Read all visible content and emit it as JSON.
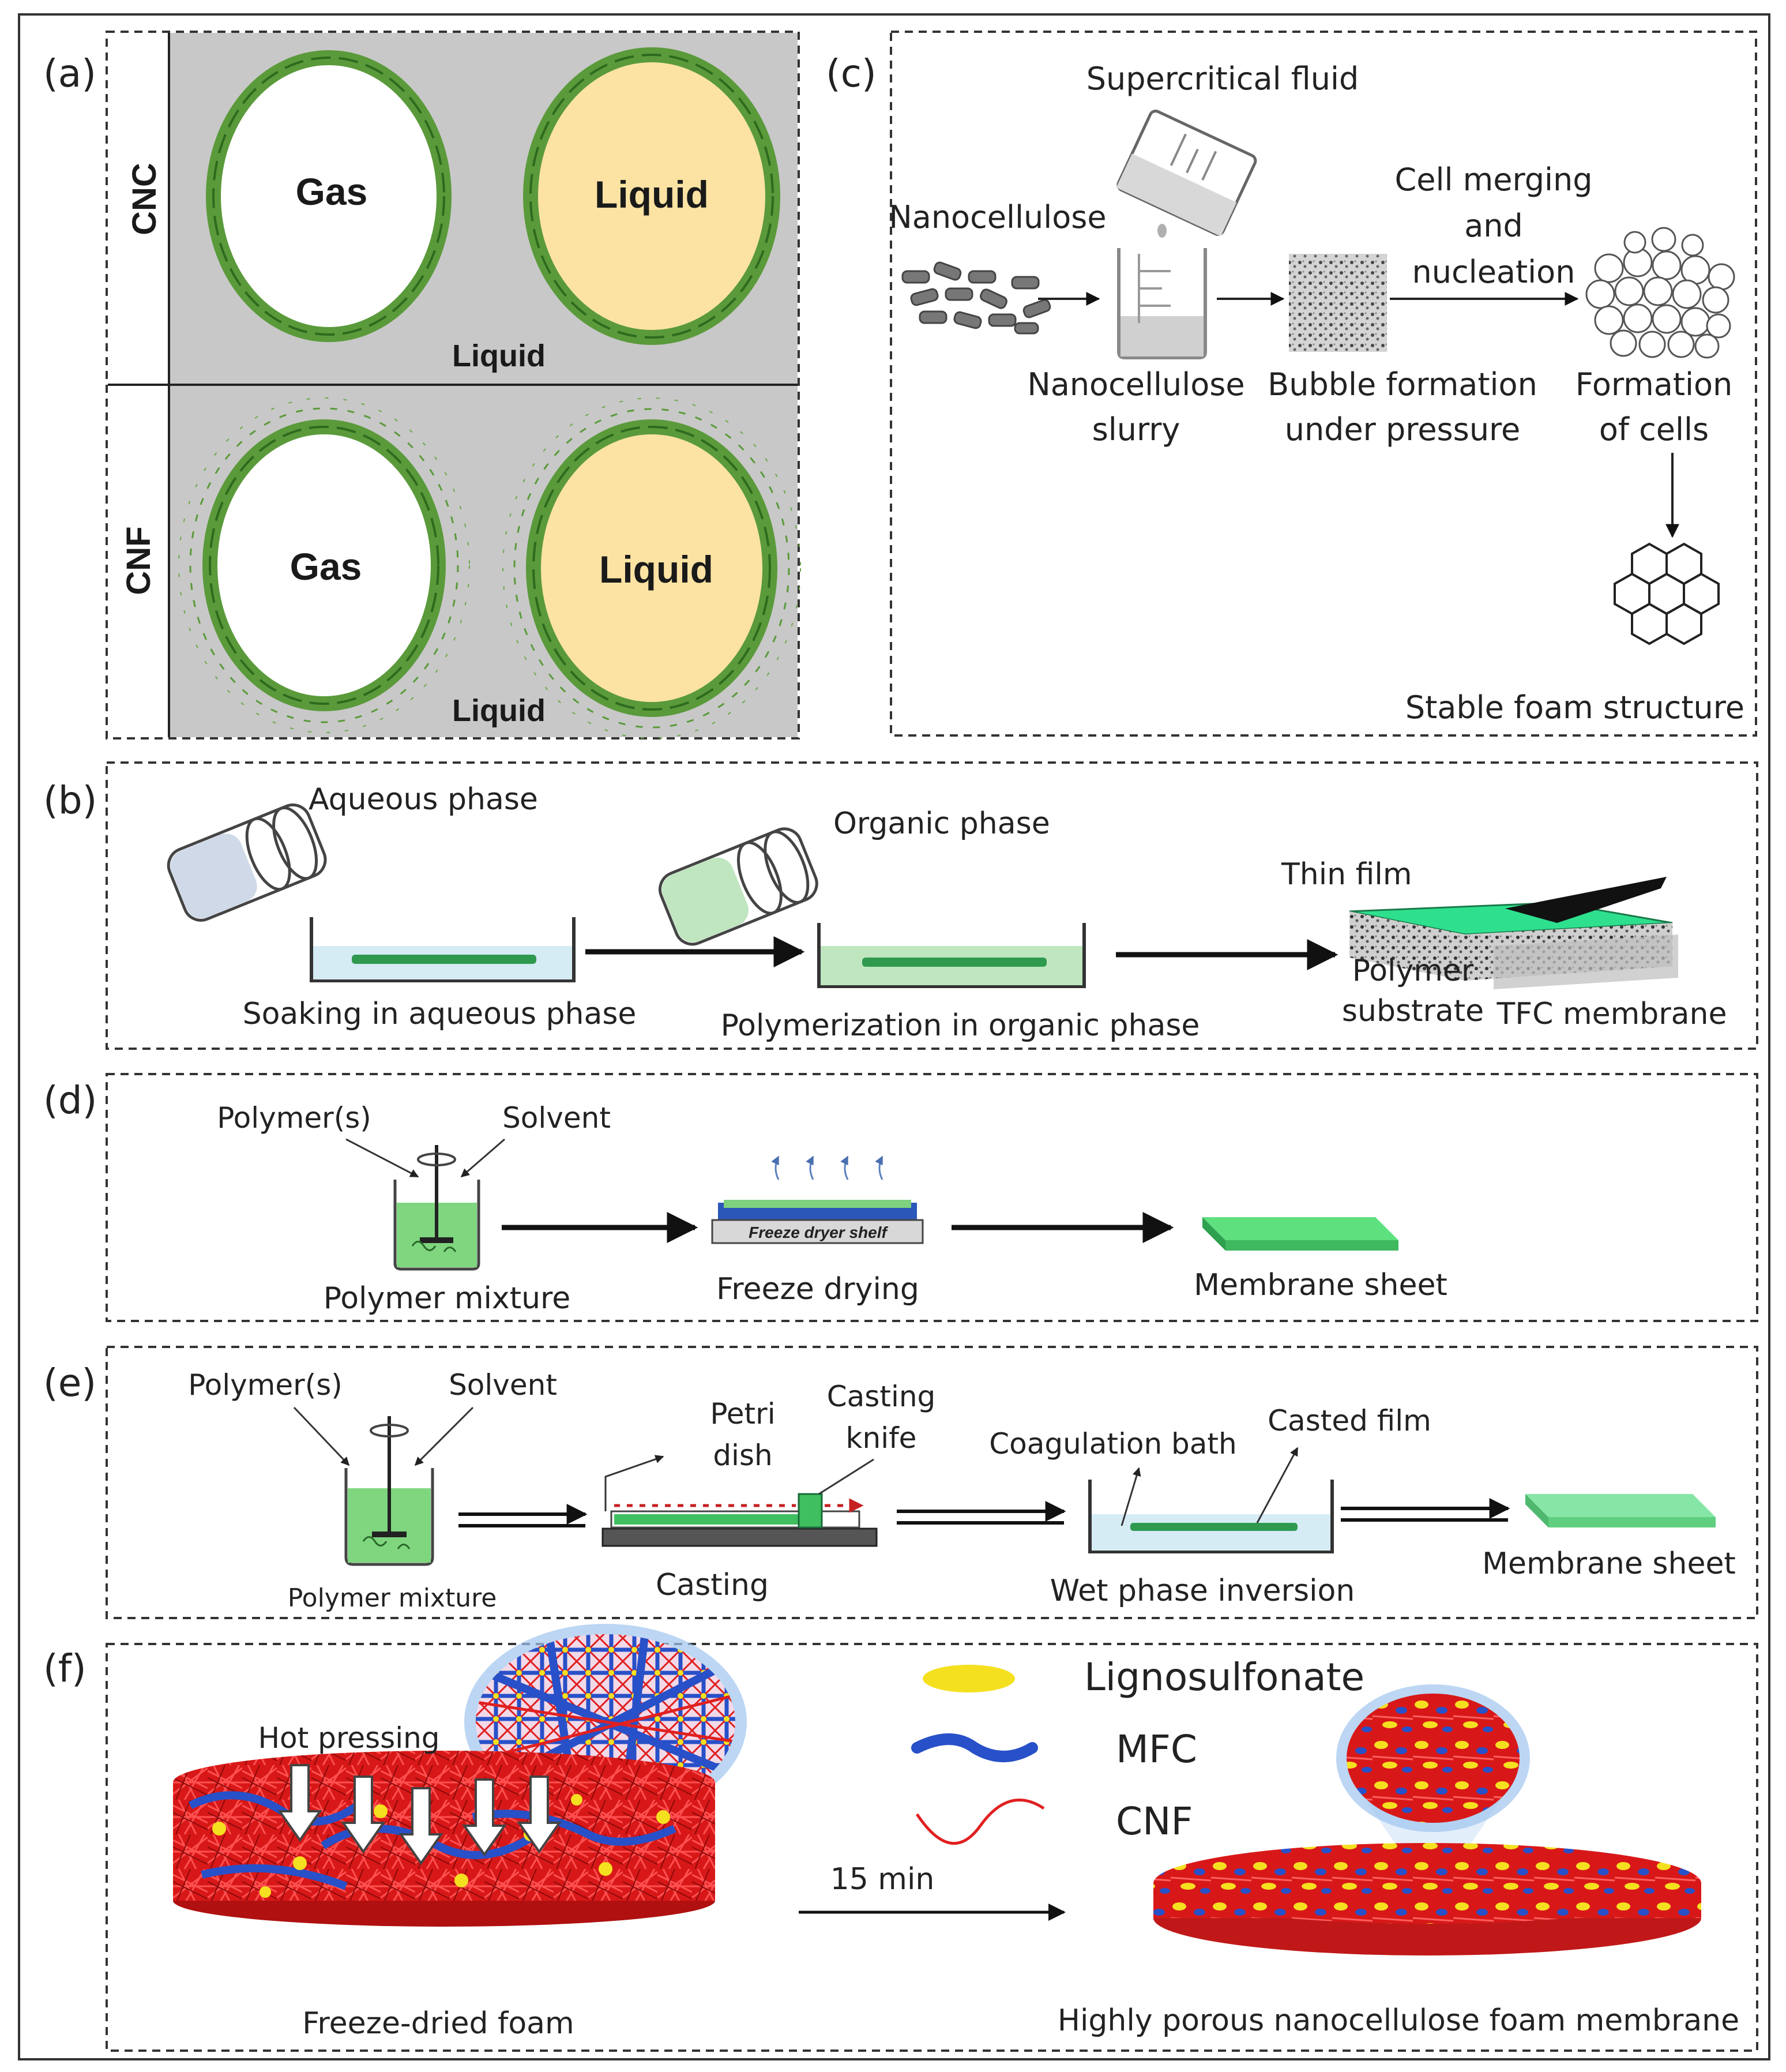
{
  "panels": {
    "a": {
      "tag": "(a)",
      "row_cnc": "CNC",
      "row_cnf": "CNF",
      "cnc_gas": "Gas",
      "cnc_liquid_drop": "Liquid",
      "cnc_medium": "Liquid",
      "cnf_gas": "Gas",
      "cnf_liquid_drop": "Liquid",
      "cnf_medium": "Liquid"
    },
    "b": {
      "tag": "(b)",
      "aqueous_phase": "Aqueous phase",
      "organic_phase": "Organic phase",
      "thin_film": "Thin film",
      "soaking": "Soaking in aqueous phase",
      "polymerization": "Polymerization in organic phase",
      "polymer": "Polymer",
      "substrate": "substrate",
      "tfc_membrane": "TFC membrane"
    },
    "c": {
      "tag": "(c)",
      "supercritical_fluid": "Supercritical fluid",
      "nanocellulose": "Nanocellulose",
      "slurry_line1": "Nanocellulose",
      "slurry_line2": "slurry",
      "bubble_line1": "Bubble formation",
      "bubble_line2": "under pressure",
      "merge_line1": "Cell merging",
      "merge_line2": "and",
      "merge_line3": "nucleation",
      "cells_line1": "Formation",
      "cells_line2": "of cells",
      "stable_foam": "Stable foam structure"
    },
    "d": {
      "tag": "(d)",
      "polymers": "Polymer(s)",
      "solvent": "Solvent",
      "polymer_mixture": "Polymer mixture",
      "shelf_label": "Freeze dryer shelf",
      "freeze_drying": "Freeze drying",
      "membrane_sheet": "Membrane sheet"
    },
    "e": {
      "tag": "(e)",
      "polymers": "Polymer(s)",
      "solvent": "Solvent",
      "polymer_mixture": "Polymer mixture",
      "petri_line1": "Petri",
      "petri_line2": "dish",
      "knife_line1": "Casting",
      "knife_line2": "knife",
      "casting": "Casting",
      "coagulation_bath": "Coagulation bath",
      "casted_film": "Casted film",
      "wet_phase_inversion": "Wet phase inversion",
      "membrane_sheet": "Membrane sheet"
    },
    "f": {
      "tag": "(f)",
      "legend_lignosulfonate": "Lignosulfonate",
      "legend_mfc": "MFC",
      "legend_cnf": "CNF",
      "hot_pressing": "Hot pressing",
      "time": "15 min",
      "freeze_dried_foam": "Freeze-dried foam",
      "porous_membrane": "Highly porous nanocellulose foam membrane"
    }
  },
  "colors": {
    "frame": "#333333",
    "panel_a_background": "#c8c8c8",
    "cellulose_green": "#5a9a3a",
    "liquid_drop": "#fce3a3",
    "aqueous_fill": "#d6ecf5",
    "organic_fill": "#bfe6bf",
    "film_green": "#2f9a4f",
    "tfc_green": "#2ee08e",
    "membrane_green": "#5fe07f",
    "foam_red": "#e02020",
    "mfc_blue": "#2850c8",
    "ligno_yellow": "#f5e020"
  }
}
